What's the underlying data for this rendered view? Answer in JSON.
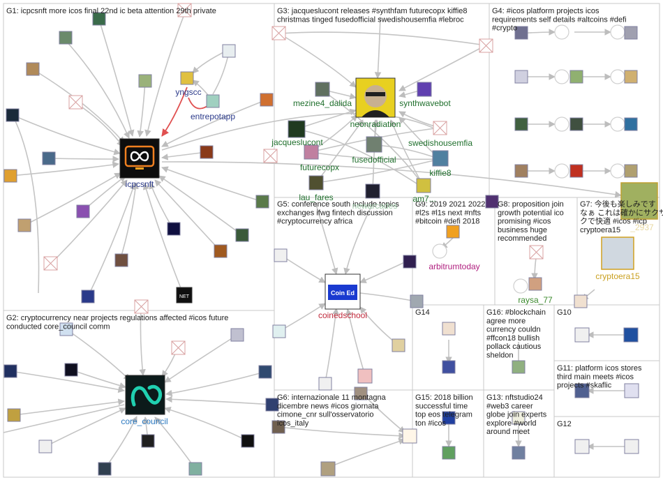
{
  "colors": {
    "border": "#c8c8c8",
    "edge": "#c4c4c4",
    "edge_highlight": "#e05050",
    "group_text": "#202020",
    "g1_label": "#2b3a8a",
    "g2_label": "#2a78c0",
    "g3_label": "#1f6f2c",
    "g5_label": "#c0283a",
    "g9_label": "#b01f7f",
    "g8_label": "#3c8a2e",
    "g7_label": "#c9a020"
  },
  "groups": [
    {
      "id": "g1",
      "label_lines": [
        "G1: icpcsnft more icos final 22nd ic beta attention 29th private"
      ]
    },
    {
      "id": "g2",
      "label_lines": [
        "G2: cryptocurrency near projects regulations affected #icos future",
        "conducted core_council comm"
      ]
    },
    {
      "id": "g3",
      "label_lines": [
        "G3: jacqueslucont releases #synthfam futurecopx kiffie8",
        "christmas tinged fusedofficial swedishousemfia #lebroc"
      ]
    },
    {
      "id": "g4",
      "label_lines": [
        "G4: #icos platform projects icos",
        "requirements self details #altcoins #defi",
        "#crypto"
      ]
    },
    {
      "id": "g5",
      "label_lines": [
        "G5: conference south include topics",
        "exchanges ifwg fintech discussion",
        "#cryptocurrency africa"
      ]
    },
    {
      "id": "g6",
      "label_lines": [
        "G6: internazionale 11 montagna",
        "dicembre news #icos giornata",
        "cimone_cnr sull'osservatorio",
        "icos_italy"
      ]
    },
    {
      "id": "g7",
      "label_lines": [
        "G7: 今後も楽しみです",
        "なぁ これは確かにサクサ",
        "クで快適 #icos #icp",
        "cryptoera15"
      ]
    },
    {
      "id": "g8",
      "label_lines": [
        "G8: proposition join",
        "growth potential ico",
        "promising #icos",
        "business huge",
        "recommended"
      ]
    },
    {
      "id": "g9",
      "label_lines": [
        "G9: 2019 2021 2022",
        "#l2s #l1s next #nfts",
        "#bitcoin #defi 2018"
      ]
    },
    {
      "id": "g10",
      "label_lines": [
        "G10"
      ]
    },
    {
      "id": "g11",
      "label_lines": [
        "G11: platform icos stores",
        "third main meets #icos",
        "projects #skaflic"
      ]
    },
    {
      "id": "g12",
      "label_lines": [
        "G12"
      ]
    },
    {
      "id": "g13",
      "label_lines": [
        "G13: nftstudio24",
        "#web3 career",
        "globe join experts",
        "explore #world",
        "around meet"
      ]
    },
    {
      "id": "g14",
      "label_lines": [
        "G14"
      ]
    },
    {
      "id": "g15",
      "label_lines": [
        "G15: 2018 billion",
        "successful time",
        "top eos telegram",
        "ton #icos"
      ]
    },
    {
      "id": "g16",
      "label_lines": [
        "G16: #blockchain",
        "agree more",
        "currency couldn",
        "#ffcon18 bullish",
        "pollack cautious",
        "sheldon"
      ]
    }
  ],
  "node_labels": {
    "icpcsnft": "icpcsnft",
    "yngscc": "yngscc",
    "entrepotapp": "entrepotapp",
    "core_council": "core_council",
    "mezine4_dalida": "mezine4_dalida",
    "neonradiation": "neonradiation",
    "synthwavebot": "synthwavebot",
    "jacqueslucont": "jacqueslucont",
    "swedishousemfia": "swedishousemfia",
    "futurecopx": "futurecopx",
    "fusedofficial": "fusedofficial",
    "kiffie8": "kiffie8",
    "lau_fares": "lau_fares",
    "newarcades": "newarcades",
    "am7": "am7...",
    "coinedschool": "coinedschool",
    "arbitrumtoday": "arbitrumtoday",
    "raysa_77": "raysa_77",
    "cryptoera15": "cryptoera15",
    "g7_faded": "_2937"
  },
  "avatar_text": {
    "coined": "Coin Ed",
    "net": "NET"
  }
}
